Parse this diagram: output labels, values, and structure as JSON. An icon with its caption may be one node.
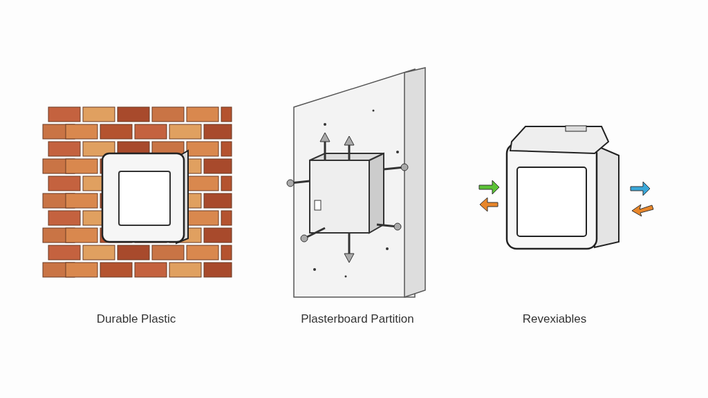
{
  "diagram": {
    "labels": [
      "Durable Plastic",
      "Plasterboard Partition",
      "Revexiables"
    ]
  }
}
